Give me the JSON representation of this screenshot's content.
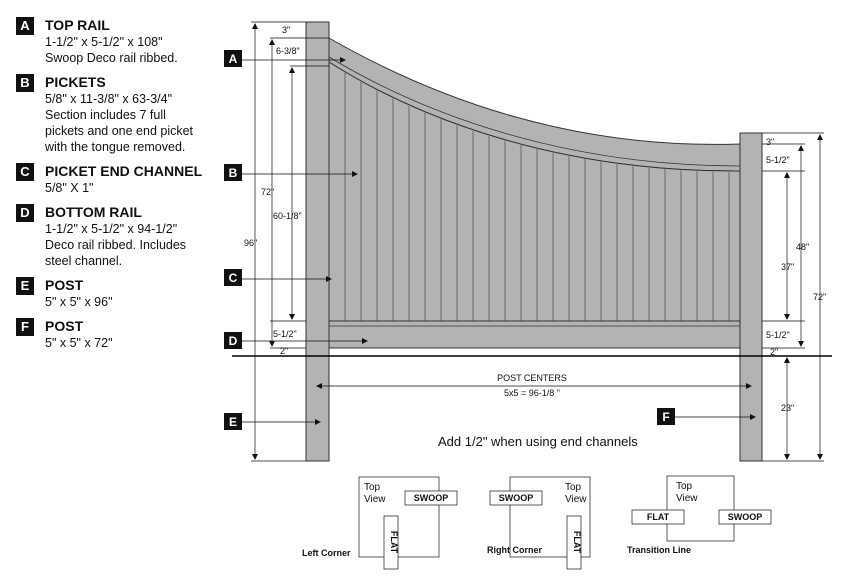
{
  "legend": [
    {
      "letter": "A",
      "title": "TOP RAIL",
      "lines": [
        "1-1/2\" x 5-1/2\" x 108\"",
        "Swoop Deco rail ribbed."
      ]
    },
    {
      "letter": "B",
      "title": "PICKETS",
      "lines": [
        "5/8\" x 11-3/8\" x 63-3/4\"",
        "Section includes 7 full",
        "pickets and one end picket",
        "with the tongue removed."
      ]
    },
    {
      "letter": "C",
      "title": "PICKET END CHANNEL",
      "lines": [
        "5/8\" X 1\""
      ]
    },
    {
      "letter": "D",
      "title": "BOTTOM RAIL",
      "lines": [
        "1-1/2\" x 5-1/2\" x 94-1/2\"",
        "Deco rail ribbed. Includes",
        "steel channel."
      ]
    },
    {
      "letter": "E",
      "title": "POST",
      "lines": [
        "5\" x 5\" x 96\""
      ]
    },
    {
      "letter": "F",
      "title": "POST",
      "lines": [
        "5\" x 5\" x 72\""
      ]
    }
  ],
  "diagram": {
    "dims_left": {
      "d3": "3\"",
      "d6_3_8": "6-3/8\"",
      "d72": "72\"",
      "d60_1_8": "60-1/8\"",
      "d96": "96\"",
      "d5_1_2": "5-1/2\"",
      "d2": "2\""
    },
    "dims_right": {
      "d3": "3\"",
      "d5_1_2_top": "5-1/2\"",
      "d48": "48\"",
      "d37": "37\"",
      "d72": "72\"",
      "d5_1_2_bot": "5-1/2\"",
      "d2": "2\"",
      "d23": "23\""
    },
    "post_centers_label": "POST CENTERS",
    "post_centers_value": "5x5 = 96-1/8 \"",
    "note": "Add  1/2\" when using end channels",
    "callouts": {
      "A": "A",
      "B": "B",
      "C": "C",
      "D": "D",
      "E": "E",
      "F": "F"
    }
  },
  "top_views": [
    {
      "caption": "Left Corner",
      "title_line1": "Top",
      "title_line2": "View",
      "piece_a": "SWOOP",
      "piece_b": "FLAT"
    },
    {
      "caption": "Right Corner",
      "title_line1": "Top",
      "title_line2": "View",
      "piece_a": "SWOOP",
      "piece_b": "FLAT"
    },
    {
      "caption": "Transition Line",
      "title_line1": "Top",
      "title_line2": "View",
      "piece_a": "FLAT",
      "piece_b": "SWOOP"
    }
  ],
  "colors": {
    "fence_gray": "#b3b3b3",
    "outline": "#333333",
    "ground": "#000000"
  }
}
